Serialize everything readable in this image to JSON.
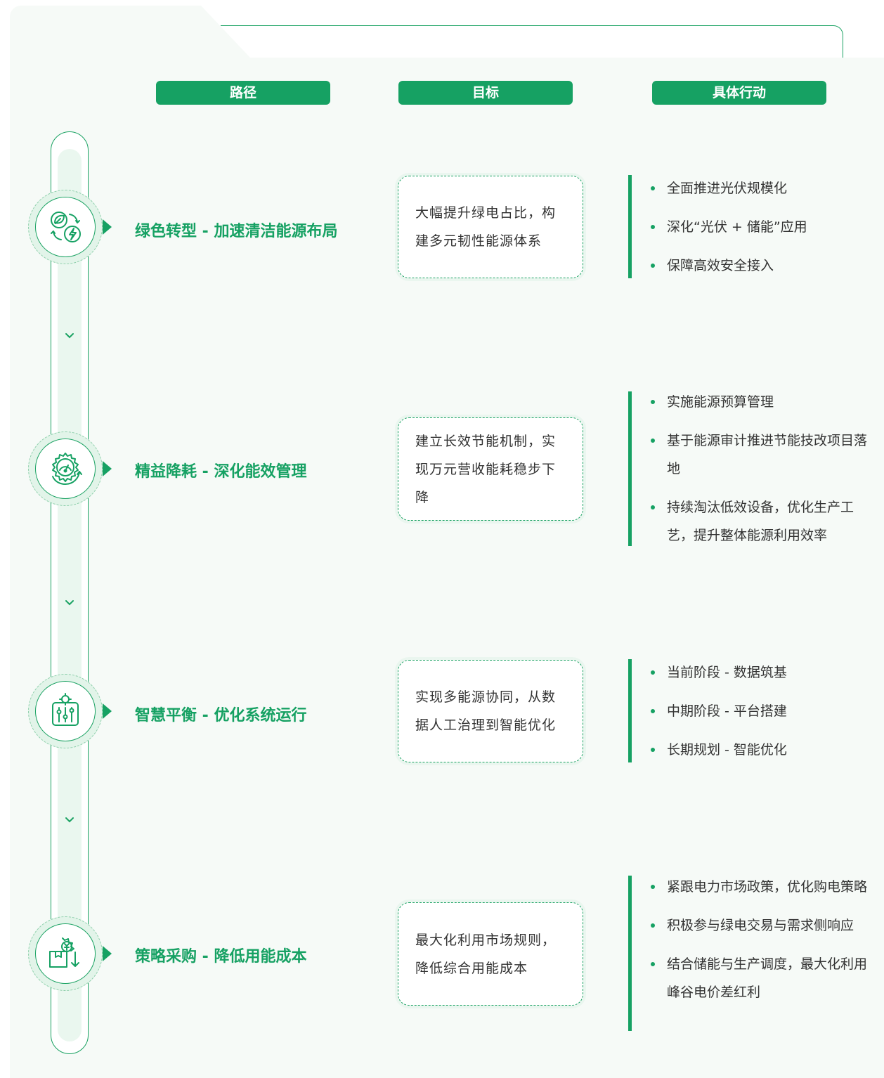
{
  "headers": {
    "path": "路径",
    "goal": "目标",
    "actions": "具体行动"
  },
  "rows": [
    {
      "icon": "leaf-lightning-icon",
      "path": "绿色转型 - 加速清洁能源布局",
      "goal": "大幅提升绿电占比，构建多元韧性能源体系",
      "actions": [
        "全面推进光伏规模化",
        "深化“光伏 + 储能”应用",
        "保障高效安全接入"
      ]
    },
    {
      "icon": "gauge-gear-icon",
      "path": "精益降耗 - 深化能效管理",
      "goal": "建立长效节能机制，实现万元营收能耗稳步下降",
      "actions": [
        "实施能源预算管理",
        "基于能源审计推进节能技改项目落地",
        "持续淘汰低效设备，优化生产工艺，提升整体能源利用效率"
      ]
    },
    {
      "icon": "control-sliders-icon",
      "path": "智慧平衡 - 优化系统运行",
      "goal": "实现多能源协同，从数据人工治理到智能优化",
      "actions": [
        "当前阶段 - 数据筑基",
        "中期阶段 - 平台搭建",
        "长期规划 - 智能优化"
      ]
    },
    {
      "icon": "procurement-box-icon",
      "path": "策略采购 - 降低用能成本",
      "goal": "最大化利用市场规则，降低综合用能成本",
      "actions": [
        "紧跟电力市场政策，优化购电策略",
        "积极参与绿电交易与需求侧响应",
        "结合储能与生产调度，最大化利用峰谷电价差红利"
      ]
    }
  ],
  "colors": {
    "primary": "#16a163",
    "background": "#f6faf7",
    "text": "#333333"
  }
}
